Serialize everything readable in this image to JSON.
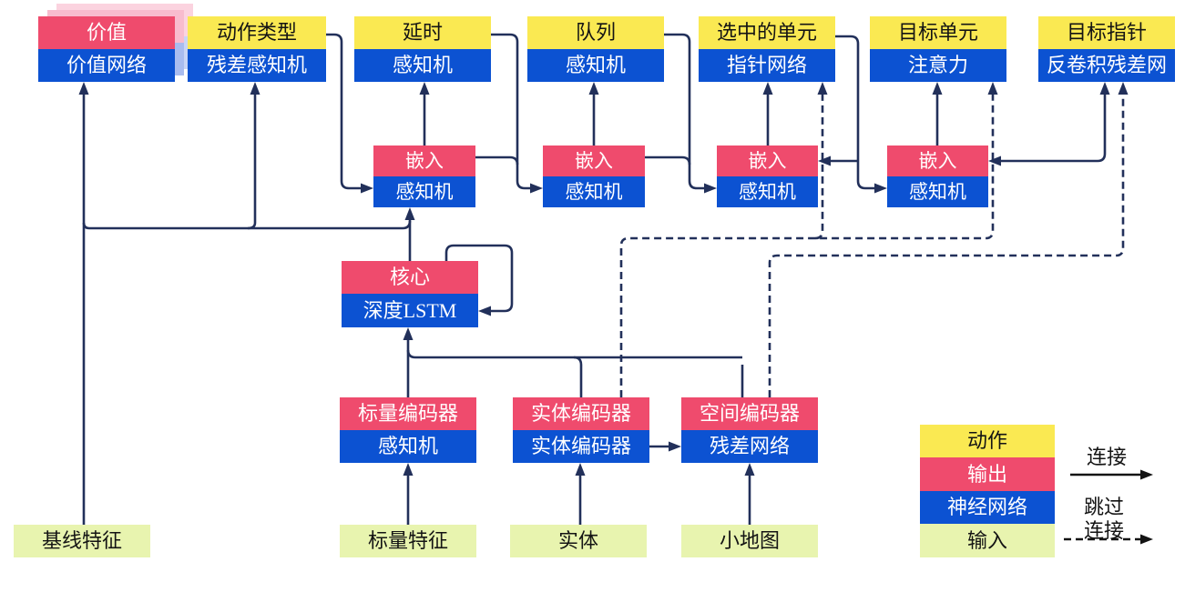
{
  "palette": {
    "action_yellow": "#FAE952",
    "output_red": "#EF4B6D",
    "network_blue": "#0C52D2",
    "input_green": "#E8F4AF",
    "line_navy": "#22305A",
    "value_shadow_pink_near": "#F8BCCE",
    "value_shadow_pink_far": "#FBD3DF",
    "value_shadow_blue_near": "#A9BCEF",
    "value_shadow_blue_far": "#C9D5F6"
  },
  "heads": [
    {
      "top": "价值",
      "bottom": "价值网络"
    },
    {
      "top": "动作类型",
      "bottom": "残差感知机"
    },
    {
      "top": "延时",
      "bottom": "感知机"
    },
    {
      "top": "队列",
      "bottom": "感知机"
    },
    {
      "top": "选中的单元",
      "bottom": "指针网络"
    },
    {
      "top": "目标单元",
      "bottom": "注意力"
    },
    {
      "top": "目标指针",
      "bottom": "反卷积残差网"
    }
  ],
  "embeddings": [
    {
      "top": "嵌入",
      "bottom": "感知机"
    },
    {
      "top": "嵌入",
      "bottom": "感知机"
    },
    {
      "top": "嵌入",
      "bottom": "感知机"
    },
    {
      "top": "嵌入",
      "bottom": "感知机"
    }
  ],
  "core": {
    "top": "核心",
    "bottom": "深度LSTM"
  },
  "encoders": [
    {
      "top": "标量编码器",
      "bottom": "感知机"
    },
    {
      "top": "实体编码器",
      "bottom": "实体编码器"
    },
    {
      "top": "空间编码器",
      "bottom": "残差网络"
    }
  ],
  "inputs": [
    {
      "label": "基线特征"
    },
    {
      "label": "标量特征"
    },
    {
      "label": "实体"
    },
    {
      "label": "小地图"
    }
  ],
  "legend": {
    "rows": [
      {
        "label": "动作"
      },
      {
        "label": "输出"
      },
      {
        "label": "神经网络"
      },
      {
        "label": "输入"
      }
    ],
    "solid_label": "连接",
    "dashed_label_line1": "跳过",
    "dashed_label_line2": "连接"
  }
}
